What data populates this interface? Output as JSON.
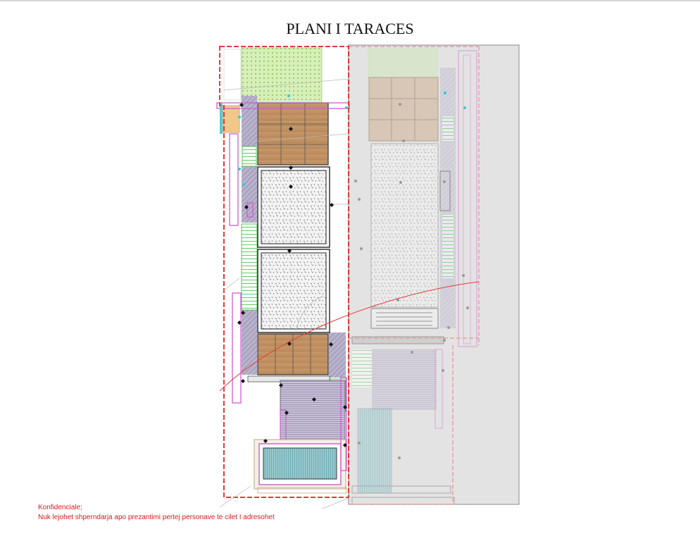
{
  "title": "PLANI I TARACES",
  "notice": {
    "line1": "Konfidenciale;",
    "line2": "Nuk lejohet shperndarja apo prezantimi pertej personave  te cilet I adresohet"
  },
  "colors": {
    "red_boundary": "#e23b3b",
    "magenta": "#d06bd0",
    "green": "#39c239",
    "wood": "#b98a5e",
    "grass": "#c6e6a4",
    "paving": "#a29ab7",
    "gravel": "#e8e8e8",
    "water": "#7fb9c2",
    "overlay": "#d9d9d9"
  }
}
